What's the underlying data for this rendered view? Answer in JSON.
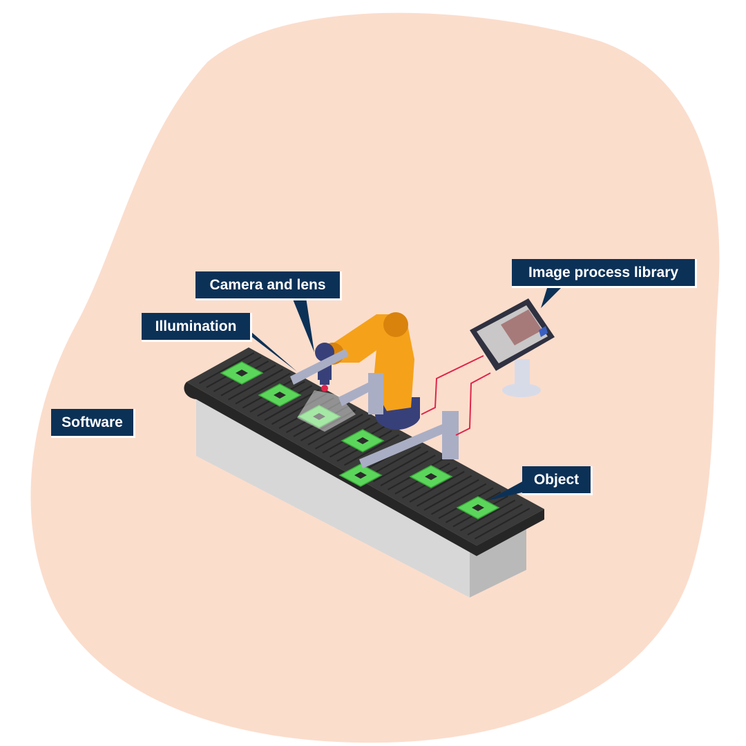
{
  "labels": {
    "camera_and_lens": "Camera and lens",
    "illumination": "Illumination",
    "software": "Software",
    "image_process_library": "Image process library",
    "object": "Object"
  },
  "colors": {
    "blob": "#fbddcc",
    "label_bg": "#0c3157",
    "label_text": "#ffffff",
    "belt": "#3a3a3a",
    "belt_slat": "#262626",
    "conveyor_front": "#d7d7d7",
    "conveyor_side": "#b9b9b9",
    "robot_arm": "#f5a21a",
    "robot_arm_dark": "#d9830c",
    "robot_base": "#38407a",
    "pcb": "#5bd65b",
    "pcb_dark": "#3aa83a",
    "chip": "#2b2b2b",
    "cable": "#e0244a",
    "frame": "#a9aec4",
    "monitor_bezel": "#2f3140",
    "monitor_stand": "#d7dbe8"
  },
  "icons": {
    "conveyor": "conveyor-belt-icon",
    "robot": "robot-arm-icon",
    "monitor": "touchscreen-monitor-icon"
  }
}
